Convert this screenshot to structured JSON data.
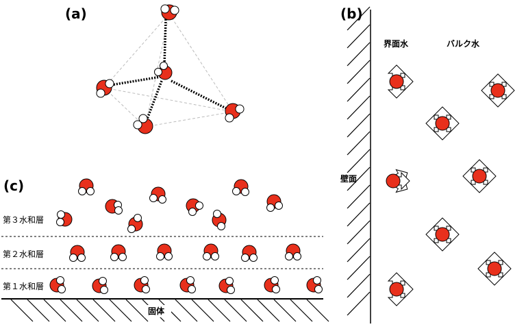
{
  "panel_a": {
    "label": "(a)"
  },
  "panel_b": {
    "label": "(b)",
    "interface_water": "界面水",
    "bulk_water": "バルク水",
    "wall": "壁面"
  },
  "panel_c": {
    "label": "(c)",
    "layers": [
      "第３水和層",
      "第２水和層",
      "第１水和層"
    ],
    "solid": "固体"
  },
  "colors": {
    "oxygen": "#e8301c",
    "hydrogen": "#ffffff",
    "outline": "#000000",
    "guide_line": "#bbbbbb"
  }
}
